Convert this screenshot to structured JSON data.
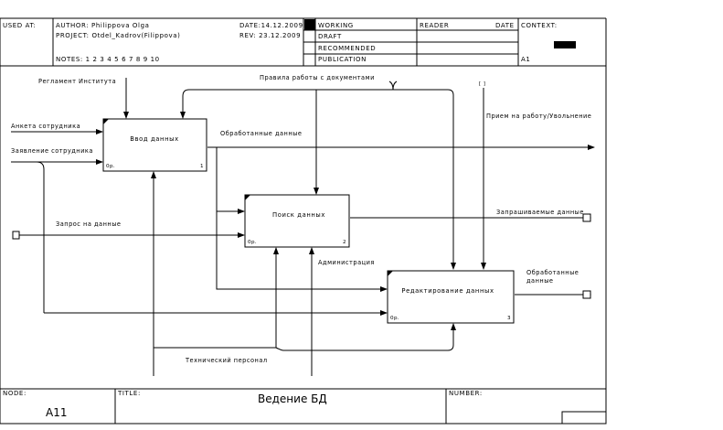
{
  "header": {
    "used_at_label": "USED AT:",
    "author": "AUTHOR: Philippova Olga",
    "project": "PROJECT: Otdel_Kadrov(Filippova)",
    "notes": "NOTES: 1 2 3 4 5 6 7 8 9 10",
    "date": "DATE:14.12.2009",
    "rev": "REV: 23.12.2009",
    "status_working": "WORKING",
    "status_draft": "DRAFT",
    "status_recommended": "RECOMMENDED",
    "status_publication": "PUBLICATION",
    "reader": "READER",
    "reader_date": "DATE",
    "context": "CONTEXT:",
    "context_node": "A1"
  },
  "footer": {
    "node_label": "NODE:",
    "node": "A11",
    "title_label": "TITLE:",
    "title": "Ведение БД",
    "number_label": "NUMBER:"
  },
  "boxes": [
    {
      "title": "Ввод данных",
      "cost": "0р.",
      "num": "1"
    },
    {
      "title": "Поиск данных",
      "cost": "0р.",
      "num": "2"
    },
    {
      "title": "Редактирование данных",
      "cost": "0р.",
      "num": "3"
    }
  ],
  "arrows": {
    "reglament": "Регламент Института",
    "pravila": "Правила работы с документами",
    "anketa": "Анкета сотрудника",
    "zayavlenie": "Заявление сотрудника",
    "obrabotannye1": "Обработанные данные",
    "priem": "Прием на работу/Увольнение",
    "zapros": "Запрос на данные",
    "zaprashivaemye": "Запрашиваемые данные",
    "administraciya": "Администрация",
    "obrabotannye2_line1": "Обработанные",
    "obrabotannye2_line2": "данные",
    "tehnicheskiy": "Технический персонал",
    "tunnel": "[ ]"
  }
}
